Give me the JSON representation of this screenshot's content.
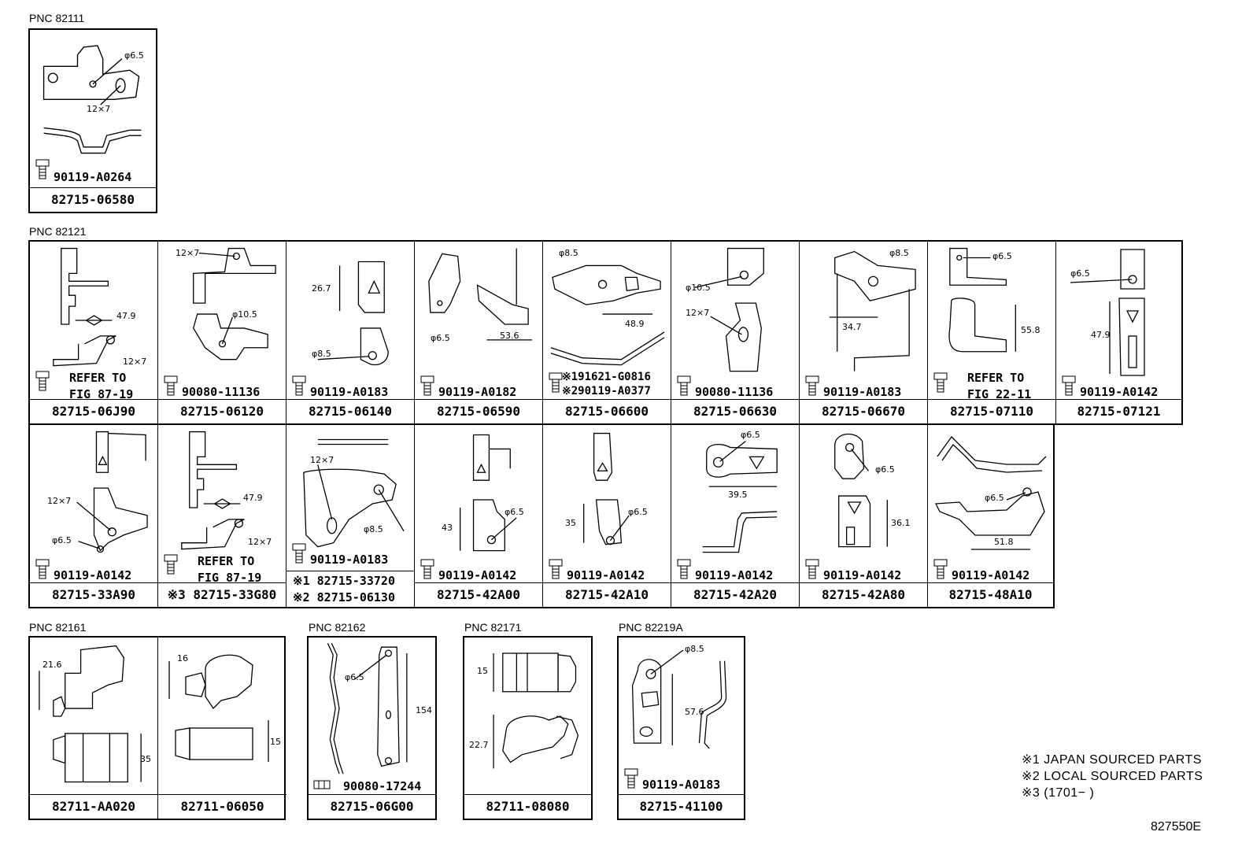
{
  "groups": [
    {
      "pnc": "PNC 82111"
    },
    {
      "pnc": "PNC 82121"
    },
    {
      "pnc": "PNC 82161"
    },
    {
      "pnc": "PNC 82162"
    },
    {
      "pnc": "PNC 82171"
    },
    {
      "pnc": "PNC 82219A"
    }
  ],
  "g82111": {
    "bolt": "90119-A0264",
    "part": "82715-06580",
    "dims": [
      "φ6.5",
      "12×7"
    ]
  },
  "row1": [
    {
      "refer": "REFER TO\nFIG 87-19",
      "part": "82715-06J90",
      "dims": [
        "47.9",
        "12×7"
      ]
    },
    {
      "bolt": "90080-11136",
      "part": "82715-06120",
      "dims": [
        "12×7",
        "φ10.5"
      ]
    },
    {
      "bolt": "90119-A0183",
      "part": "82715-06140",
      "dims": [
        "26.7",
        "φ8.5"
      ]
    },
    {
      "bolt": "90119-A0182",
      "part": "82715-06590",
      "dims": [
        "φ6.5",
        "53.6"
      ]
    },
    {
      "bolt1": "※191621-G0816",
      "bolt2": "※290119-A0377",
      "part": "82715-06600",
      "dims": [
        "φ8.5",
        "48.9"
      ]
    },
    {
      "bolt": "90080-11136",
      "part": "82715-06630",
      "dims": [
        "φ10.5",
        "12×7"
      ]
    },
    {
      "bolt": "90119-A0183",
      "part": "82715-06670",
      "dims": [
        "φ8.5",
        "34.7"
      ]
    },
    {
      "refer": "REFER TO\nFIG 22-11",
      "part": "82715-07110",
      "dims": [
        "φ6.5",
        "55.8"
      ]
    },
    {
      "bolt": "90119-A0142",
      "part": "82715-07121",
      "dims": [
        "φ6.5",
        "47.9"
      ]
    }
  ],
  "row2": [
    {
      "bolt": "90119-A0142",
      "part": "82715-33A90",
      "dims": [
        "12×7",
        "φ6.5"
      ]
    },
    {
      "refer": "REFER TO\nFIG 87-19",
      "part": "※3 82715-33G80",
      "dims": [
        "47.9",
        "12×7"
      ]
    },
    {
      "bolt": "90119-A0183",
      "part1": "※1 82715-33720",
      "part2": "※2 82715-06130",
      "dims": [
        "12×7",
        "φ8.5"
      ]
    },
    {
      "bolt": "90119-A0142",
      "part": "82715-42A00",
      "dims": [
        "43",
        "φ6.5"
      ]
    },
    {
      "bolt": "90119-A0142",
      "part": "82715-42A10",
      "dims": [
        "35",
        "φ6.5"
      ]
    },
    {
      "bolt": "90119-A0142",
      "part": "82715-42A20",
      "dims": [
        "φ6.5",
        "39.5"
      ]
    },
    {
      "bolt": "90119-A0142",
      "part": "82715-42A80",
      "dims": [
        "φ6.5",
        "36.1"
      ]
    },
    {
      "bolt": "90119-A0142",
      "part": "82715-48A10",
      "dims": [
        "φ6.5",
        "51.8"
      ]
    }
  ],
  "g82161": [
    {
      "part": "82711-AA020",
      "dims": [
        "21.6",
        "35"
      ]
    },
    {
      "part": "82711-06050",
      "dims": [
        "16",
        "15"
      ]
    }
  ],
  "g82162": {
    "bolt": "90080-17244",
    "part": "82715-06G00",
    "dims": [
      "φ6.5",
      "154"
    ]
  },
  "g82171": {
    "part": "82711-08080",
    "dims": [
      "15",
      "22.7"
    ]
  },
  "g82219A": {
    "bolt": "90119-A0183",
    "part": "82715-41100",
    "dims": [
      "φ8.5",
      "57.6"
    ]
  },
  "notes": [
    "※1 JAPAN SOURCED PARTS",
    "※2 LOCAL SOURCED PARTS",
    "※3 (1701−        )"
  ],
  "figure_id": "827550E"
}
